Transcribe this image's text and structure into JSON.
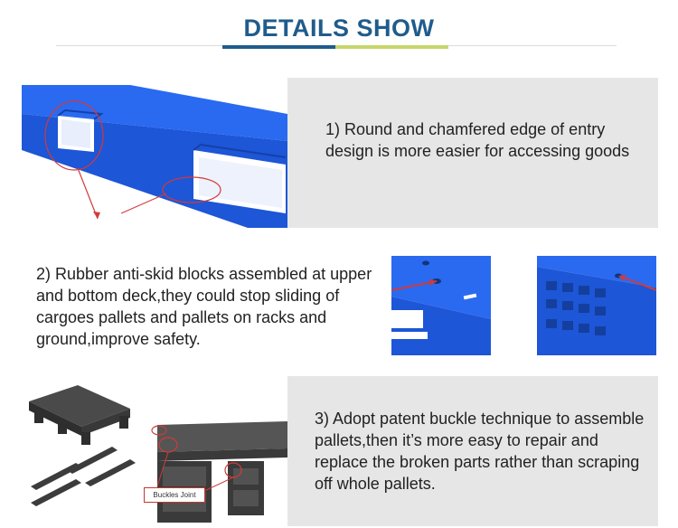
{
  "header": {
    "title": "DETAILS SHOW",
    "accent_blue": "#1f5c8c",
    "accent_green": "#c7d66b"
  },
  "sections": [
    {
      "text": "1) Round and chamfered edge of entry design is more easier for accessing goods",
      "image": "pallet-entry-closeup"
    },
    {
      "text": "2) Rubber anti-skid blocks assembled at upper and bottom deck,they could stop sliding of cargoes pallets and pallets on racks and ground,improve safety.",
      "images": [
        "anti-skid-block-closeup-top",
        "anti-skid-block-closeup-corner"
      ]
    },
    {
      "text": "3) Adopt patent buckle technique to assemble pallets,then it’s more easy to repair and replace the broken parts rather than scraping off whole pallets.",
      "image": "buckle-joint-assembly",
      "callout_label": "Buckles Joint"
    }
  ],
  "colors": {
    "pallet_blue": "#1e5fe0",
    "pallet_dark": "#3a3a3a",
    "panel_gray": "#e6e6e6",
    "annotation_red": "#d23a3a"
  }
}
